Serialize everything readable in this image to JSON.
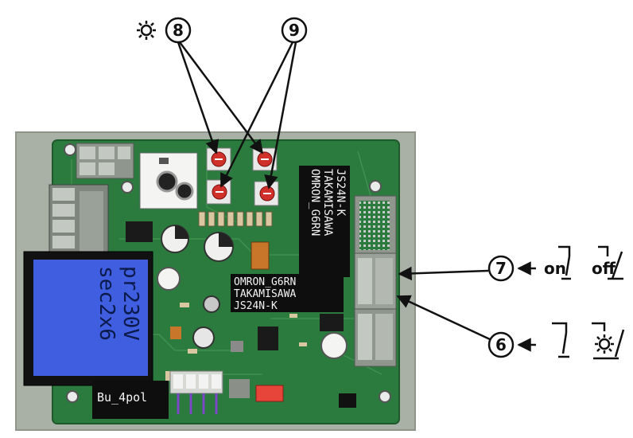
{
  "callouts": {
    "c8": "8",
    "c9": "9",
    "c7": "7",
    "c6": "6"
  },
  "switch_labels": {
    "on": "on",
    "off": "off"
  },
  "relays": {
    "vertical": [
      "OMRON_G6RN",
      "TAKAMISAWA",
      "JS24N-K"
    ],
    "horizontal": [
      "OMRON_G6RN",
      "TAKAMISAWA",
      "JS24N-K"
    ]
  },
  "transformer": {
    "line1": "pr230V",
    "line2": "sec2x6"
  },
  "connector_label": "Bu_4pol",
  "colors": {
    "board_bg": "#a9b0a6",
    "pcb": "#2b7a3e",
    "lcd": "#3f5ee0",
    "lcd_text": "#0b1a4a",
    "trimmer_red": "#d0302a",
    "plug_red": "#e8453a",
    "ink": "#111111"
  },
  "icons": [
    "sun-icon",
    "moon-icon",
    "switch-open-icon",
    "switch-closed-icon"
  ]
}
